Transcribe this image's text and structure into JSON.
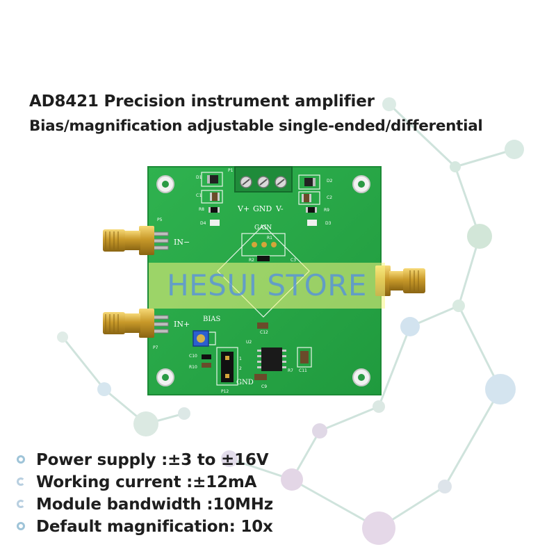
{
  "title_lines": [
    "AD8421 Precision instrument amplifier",
    "Bias/magnification adjustable single-ended/differential"
  ],
  "board": {
    "pin_labels": {
      "vplus": "V+",
      "gnd": "GND",
      "vminus": "V-",
      "in_minus": "IN−",
      "in_plus": "IN+",
      "gain": "GAIN",
      "bias": "BIAS",
      "gnd2": "GND"
    },
    "silk": {
      "d1": "D1",
      "d2": "D2",
      "c1": "C1",
      "c2": "C2",
      "r8": "R8",
      "r9": "R9",
      "d4": "D4",
      "d3": "D3",
      "p5": "P5",
      "p7": "P7",
      "r1": "R1",
      "r2": "R2",
      "c3": "C3",
      "c12": "C12",
      "u2": "U2",
      "c10": "C10",
      "r10": "R10",
      "r7": "R7",
      "c11": "C11",
      "c9": "C9",
      "p12": "P12",
      "p1": "P1",
      "j1": "1",
      "j2": "2"
    }
  },
  "watermark": "HESUI STORE",
  "specs": [
    "Power supply :±3 to ±16V",
    "Working current :±12mA",
    "Module bandwidth :10MHz",
    "Default magnification: 10x"
  ]
}
